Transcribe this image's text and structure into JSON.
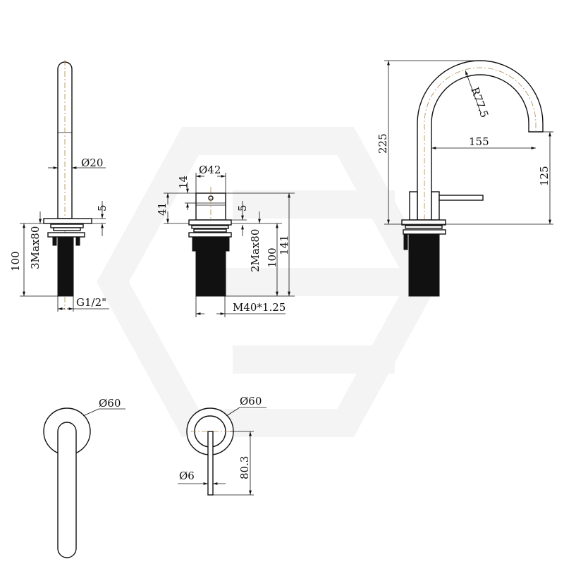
{
  "title": "Three-piece basin mixer technical drawing",
  "colors": {
    "line": "#111111",
    "centerline": "#b08850",
    "watermark": "#f4f4f4"
  },
  "side_views": {
    "spout_base": {
      "diameter": "Ø20",
      "plate": "5",
      "height": "100",
      "max_thickness": "3Max80",
      "thread": "G1/2\""
    },
    "handle_body": {
      "diameter": "Ø42",
      "top": "14",
      "body": "41",
      "plate": "5",
      "max_thickness": "2Max80",
      "shank": "100",
      "total": "141",
      "thread": "M40*1.25"
    },
    "spout": {
      "height": "225",
      "radius": "R77.5",
      "reach": "155",
      "outlet_height": "125"
    }
  },
  "top_views": {
    "spout_rosette": {
      "diameter": "Ø60"
    },
    "handle_rosette": {
      "diameter": "Ø60",
      "lever": "Ø6",
      "length": "80.3"
    }
  }
}
